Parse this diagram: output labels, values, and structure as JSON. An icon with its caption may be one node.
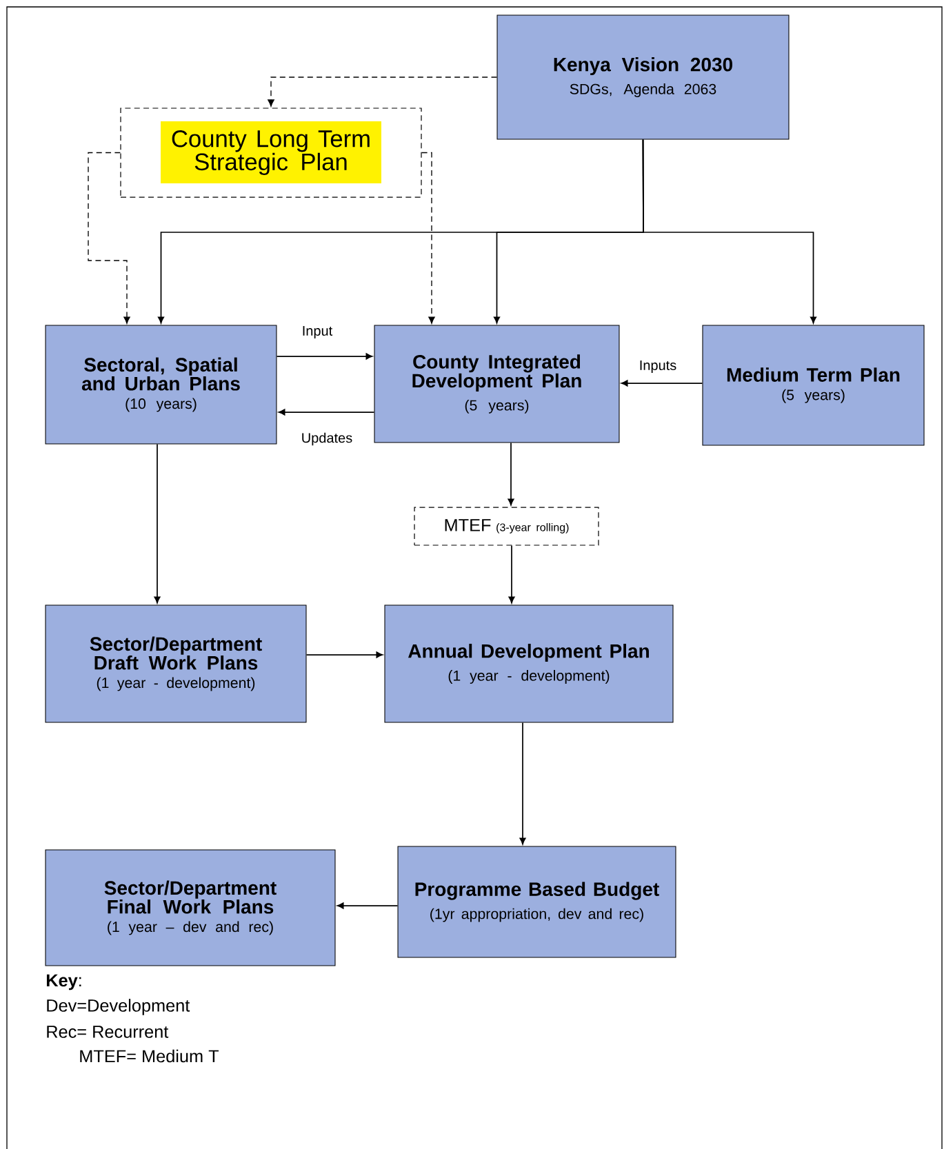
{
  "diagram": {
    "nodes": [
      {
        "text": [
          "Kenya Vision 2030",
          "SDGs, Agenda 2063"
        ]
      },
      {
        "text": [
          "County Long Term Strategic Plan"
        ]
      },
      {
        "text": [
          "Sectoral, Spatial and Urban Plans",
          "(10 years)"
        ]
      },
      {
        "text": [
          "County Integrated Development Plan",
          "(5 years)"
        ]
      },
      {
        "text": [
          "Medium Term Plan",
          "(5 years)"
        ]
      },
      {
        "text": [
          "MTEF",
          "(3-year rolling)"
        ]
      },
      {
        "text": [
          "Sector/Department Draft Work Plans",
          "(1 year - development)"
        ]
      },
      {
        "text": [
          "Annual Development Plan",
          "(1 year - development)"
        ]
      },
      {
        "text": [
          "Sector/Department Final Work Plans",
          "(1 year – dev and rec)"
        ]
      },
      {
        "text": [
          "Programme Based Budget",
          "(1yr appropriation, dev and rec)"
        ]
      }
    ],
    "edges": [
      {
        "from": 0,
        "to": 1,
        "arrow": "to",
        "style": "dashed"
      },
      {
        "from": 0,
        "to": 2,
        "arrow": "to"
      },
      {
        "from": 0,
        "to": 3,
        "arrow": "to"
      },
      {
        "from": 0,
        "to": 4,
        "arrow": "to"
      },
      {
        "from": 1,
        "to": 2,
        "arrow": "to",
        "style": "dashed"
      },
      {
        "from": 1,
        "to": 3,
        "arrow": "to",
        "style": "dashed"
      },
      {
        "from": 2,
        "to": 3,
        "arrow": "to",
        "label": "Input"
      },
      {
        "from": 3,
        "to": 2,
        "arrow": "to",
        "label": "Updates"
      },
      {
        "from": 4,
        "to": 3,
        "arrow": "to",
        "label": "Inputs"
      },
      {
        "from": 3,
        "to": 5,
        "arrow": "to"
      },
      {
        "from": 5,
        "to": 7,
        "arrow": "to"
      },
      {
        "from": 2,
        "to": 6,
        "arrow": "to"
      },
      {
        "from": 6,
        "to": 7,
        "arrow": "to"
      },
      {
        "from": 7,
        "to": 9,
        "arrow": "to"
      },
      {
        "from": 9,
        "to": 8,
        "arrow": "to"
      }
    ],
    "labels": [
      "**Key**:",
      "Dev=Development",
      "Rec= Recurrent",
      "MTEF= Medium T"
    ]
  }
}
